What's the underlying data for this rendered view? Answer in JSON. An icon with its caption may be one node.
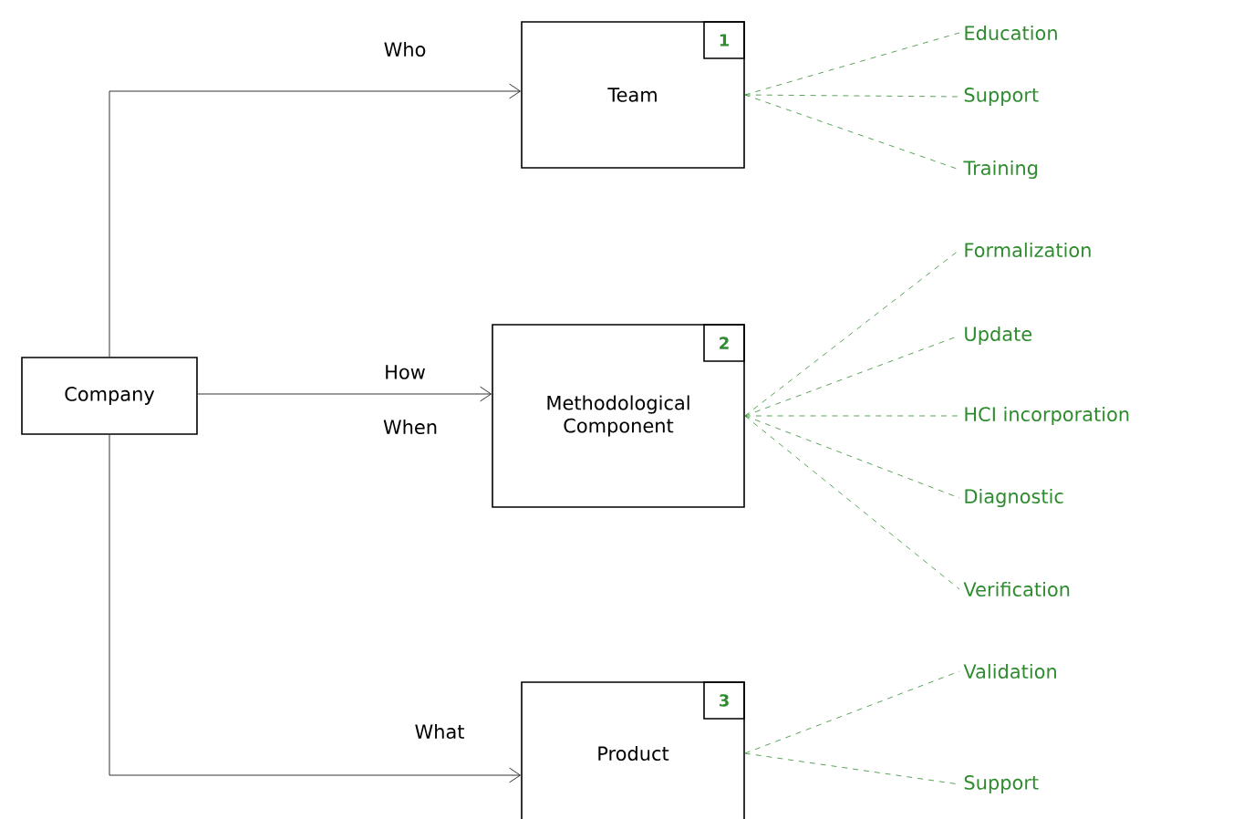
{
  "diagram": {
    "nodes": [
      {
        "text": [
          "Company"
        ]
      },
      {
        "text": [
          "Team"
        ]
      },
      {
        "text": [
          "1"
        ],
        "in": 1
      },
      {
        "text": [
          "Methodological Component"
        ]
      },
      {
        "text": [
          "2"
        ],
        "in": 3
      },
      {
        "text": [
          "Product"
        ]
      },
      {
        "text": [
          "3"
        ],
        "in": 5
      },
      {
        "text": [
          "Education"
        ]
      },
      {
        "text": [
          "Support"
        ]
      },
      {
        "text": [
          "Training"
        ]
      },
      {
        "text": [
          "Formalization"
        ]
      },
      {
        "text": [
          "Update"
        ]
      },
      {
        "text": [
          "HCI incorporation"
        ]
      },
      {
        "text": [
          "Diagnostic"
        ]
      },
      {
        "text": [
          "Verification"
        ]
      },
      {
        "text": [
          "Validation"
        ]
      },
      {
        "text": [
          "Support"
        ]
      }
    ],
    "edges": [
      {
        "from": 0,
        "to": 1,
        "arrow": "to",
        "label": "Who",
        "color": "#000000"
      },
      {
        "from": 0,
        "to": 3,
        "arrow": "to",
        "label": "How",
        "color": "#000000"
      },
      {
        "from": 0,
        "to": 5,
        "arrow": "to",
        "label": "What",
        "color": "#000000"
      },
      {
        "from": 1,
        "to": 7,
        "arrow": "none",
        "style": "dashed",
        "color": "#2e8b2e"
      },
      {
        "from": 1,
        "to": 8,
        "arrow": "none",
        "style": "dashed",
        "color": "#2e8b2e"
      },
      {
        "from": 1,
        "to": 9,
        "arrow": "none",
        "style": "dashed",
        "color": "#2e8b2e"
      },
      {
        "from": 3,
        "to": 10,
        "arrow": "none",
        "style": "dashed",
        "color": "#2e8b2e"
      },
      {
        "from": 3,
        "to": 11,
        "arrow": "none",
        "style": "dashed",
        "color": "#2e8b2e"
      },
      {
        "from": 3,
        "to": 12,
        "arrow": "none",
        "style": "dashed",
        "color": "#2e8b2e"
      },
      {
        "from": 3,
        "to": 13,
        "arrow": "none",
        "style": "dashed",
        "color": "#2e8b2e"
      },
      {
        "from": 3,
        "to": 14,
        "arrow": "none",
        "style": "dashed",
        "color": "#2e8b2e"
      },
      {
        "from": 5,
        "to": 15,
        "arrow": "none",
        "style": "dashed",
        "color": "#2e8b2e"
      },
      {
        "from": 5,
        "to": 16,
        "arrow": "none",
        "style": "dashed",
        "color": "#2e8b2e"
      }
    ],
    "labels": [
      "When"
    ]
  }
}
